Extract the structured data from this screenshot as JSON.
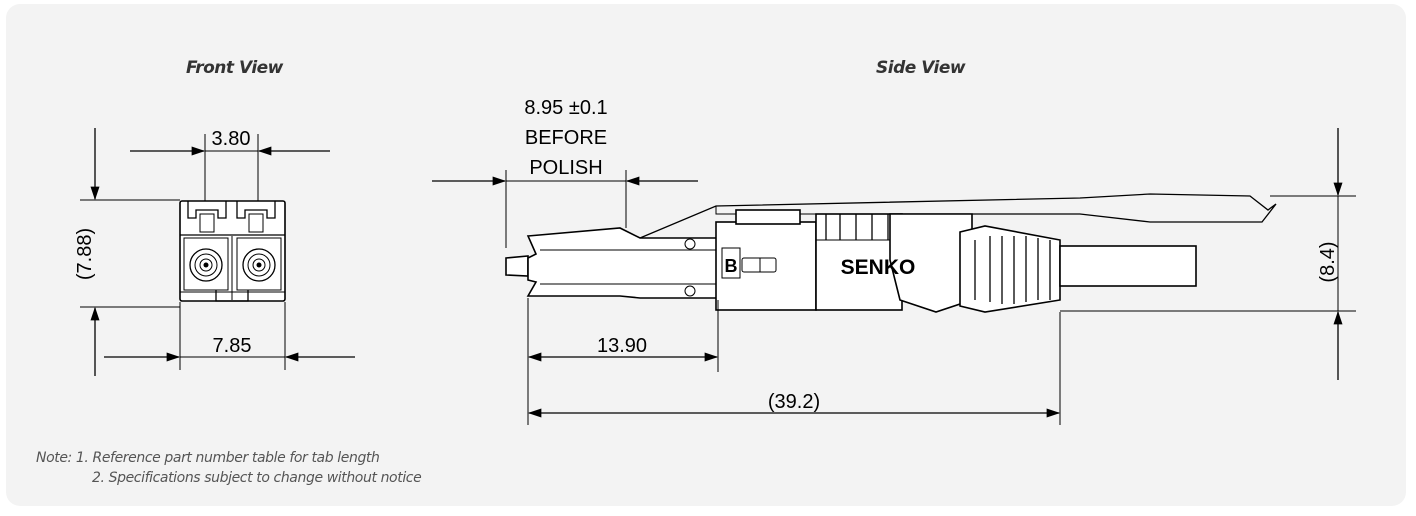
{
  "views": {
    "front_title": "Front View",
    "side_title": "Side View"
  },
  "front": {
    "dim_top": "3.80",
    "dim_left": "(7.88)",
    "dim_bottom": "7.85"
  },
  "side": {
    "dim_polish_1": "8.95 ±0.1",
    "dim_polish_2": "BEFORE",
    "dim_polish_3": "POLISH",
    "dim_front_len": "13.90",
    "dim_total": "(39.2)",
    "dim_height": "(8.4)",
    "brand_mark": "SENKO",
    "body_letter": "B"
  },
  "notes": {
    "line1": "Note: 1. Reference part number table for tab length",
    "line2": "2. Specifications subject to change without notice"
  }
}
